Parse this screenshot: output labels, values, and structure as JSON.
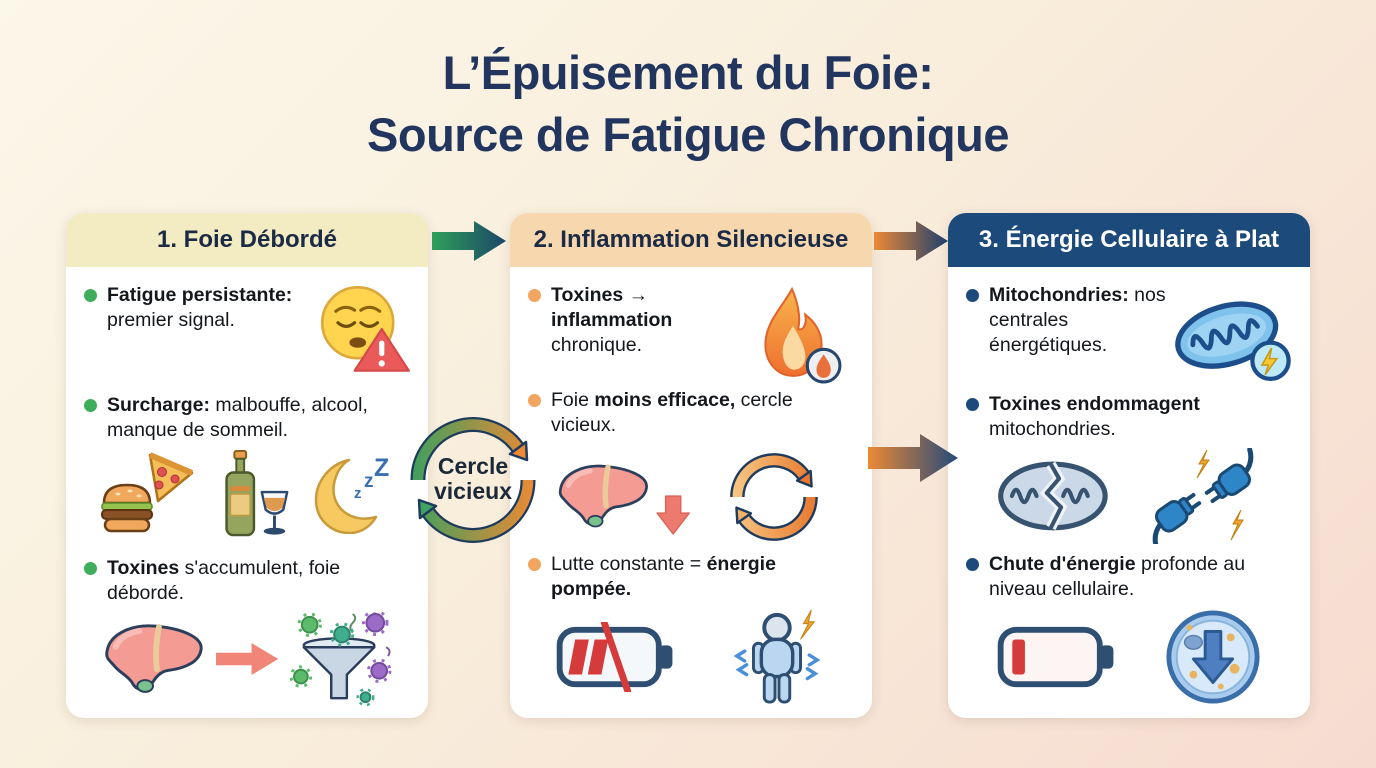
{
  "title": {
    "line1": "L’Épuisement du Foie:",
    "line2": "Source de Fatigue Chronique"
  },
  "palette": {
    "title_text": "#21355E",
    "background_start": "#FBF7E9",
    "background_end": "#F6DCD0",
    "card1_header_bg": "#F3EBC2",
    "card2_header_bg": "#F7D7AE",
    "card3_header_bg": "#1C4A7A",
    "card_body_bg": "#FFFFFF",
    "bullet_green": "#3FAE5C",
    "bullet_orange": "#F2A55F",
    "bullet_navy": "#1C4A7A",
    "arrow_green": "#2FA05A",
    "arrow_orange": "#EC8A35",
    "arrow_navy": "#1C4668"
  },
  "cards": [
    {
      "header": "1. Foie Débordé",
      "items": [
        {
          "pre": "",
          "bold": "Fatigue persistante:",
          "post": " premier signal.",
          "icons": [
            "weary-face-icon",
            "warning-triangle-icon"
          ]
        },
        {
          "pre": "",
          "bold": "Surcharge:",
          "post": " malbouffe, alcool, manque de sommeil.",
          "icons": [
            "junk-food-icon",
            "alcohol-icon",
            "sleep-moon-icon"
          ]
        },
        {
          "pre": "",
          "bold": "Toxines",
          "post": " s'accumulent, foie débordé.",
          "icons": [
            "liver-icon",
            "red-arrow-right-icon",
            "toxin-funnel-icon"
          ]
        }
      ]
    },
    {
      "header": "2. Inflammation Silencieuse",
      "items": [
        {
          "pre": "",
          "bold": "Toxines → inflammation",
          "post": " chronique.",
          "icons": [
            "flame-icon"
          ]
        },
        {
          "pre": "Foie ",
          "bold": "moins efficace,",
          "post": " cercle vicieux.",
          "icons": [
            "liver-down-icon",
            "vicious-cycle-icon"
          ]
        },
        {
          "pre": "Lutte constante = ",
          "bold": "énergie pompée.",
          "post": "",
          "icons": [
            "low-battery-icon",
            "tired-person-icon"
          ]
        }
      ]
    },
    {
      "header": "3. Énergie Cellulaire à Plat",
      "items": [
        {
          "pre": "",
          "bold": "Mitochondries:",
          "post": " nos centrales énergétiques.",
          "icons": [
            "mitochondria-icon"
          ]
        },
        {
          "pre": "",
          "bold": "Toxines endommagent",
          "post": " mitochondries.",
          "icons": [
            "damaged-mitochondria-icon",
            "unplugged-icon"
          ]
        },
        {
          "pre": "",
          "bold": "Chute d'énergie",
          "post": " profonde au niveau cellulaire.",
          "icons": [
            "empty-battery-icon",
            "cell-energy-drop-icon"
          ]
        }
      ]
    }
  ],
  "connector": {
    "cycle_line1": "Cercle",
    "cycle_line2": "vicieux"
  },
  "icons": {
    "sleep_z": [
      "z",
      "z",
      "Z"
    ]
  }
}
